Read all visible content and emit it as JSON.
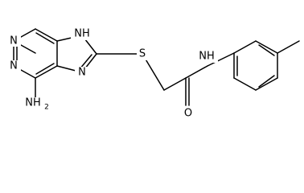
{
  "molecule": {
    "atoms": {
      "nh2": "NH",
      "nh2_subscript": "2",
      "n_pyrimidine_top": "N",
      "n_pyrimidine_bottom": "N",
      "n_imidazole_h": "NH",
      "n_imidazole": "N",
      "s": "S",
      "nh_amide": "NH",
      "o": "O"
    }
  }
}
